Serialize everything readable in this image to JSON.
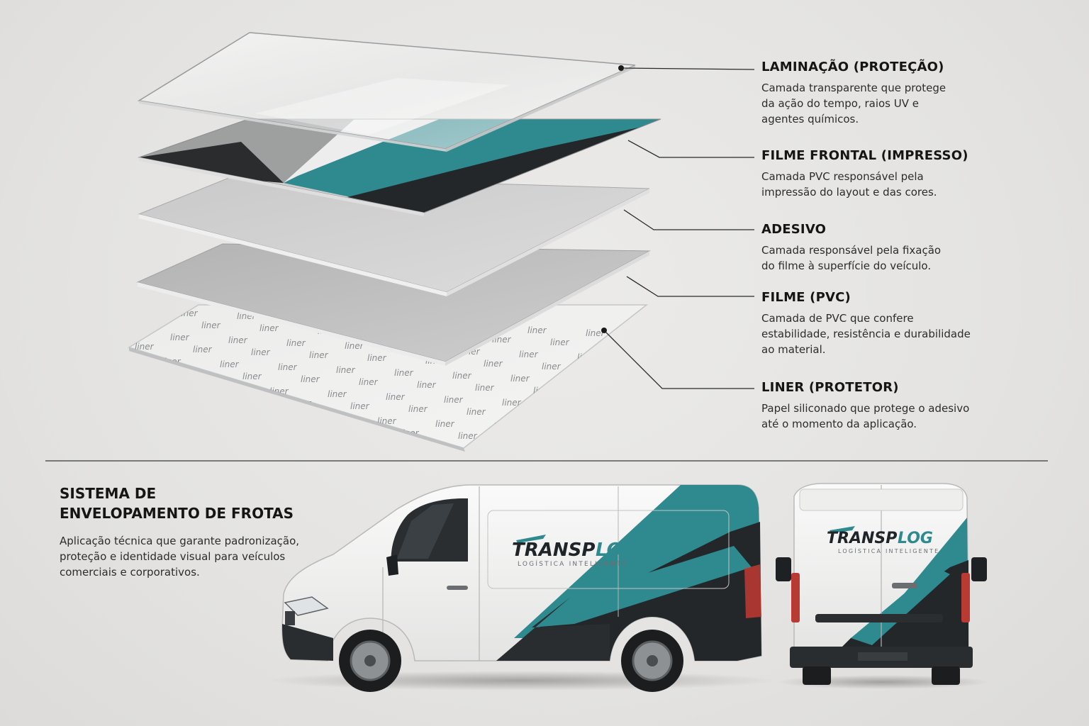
{
  "layers": [
    {
      "title": "LAMINAÇÃO (PROTEÇÃO)",
      "description": "Camada transparente que protege da ação do tempo, raios UV e agentes químicos."
    },
    {
      "title": "FILME FRONTAL (IMPRESSO)",
      "description": "Camada PVC responsável pela impressão do layout e das cores."
    },
    {
      "title": "ADESIVO",
      "description": "Camada responsável pela fixação do filme à superfície do veículo."
    },
    {
      "title": "FILME (PVC)",
      "description": "Camada de PVC que confere estabilidade, resistência e durabilidade ao material."
    },
    {
      "title": "LINER (PROTETOR)",
      "description": "Papel siliconado que protege o adesivo até o momento da aplicação."
    }
  ],
  "liner_print": "liner",
  "system": {
    "title": "SISTEMA DE ENVELOPAMENTO DE FROTAS",
    "description": "Aplicação técnica que garante padronização, proteção e identidade visual para veículos comerciais e corporativos."
  },
  "brand": {
    "name_part1": "TRANSP",
    "name_part2": "LOG",
    "tagline": "LOGÍSTICA INTELIGENTE"
  },
  "colors": {
    "teal": "#2f8a90",
    "charcoal": "#23272a",
    "van_white": "#f2f2f0",
    "background": "#e6e5e3"
  }
}
